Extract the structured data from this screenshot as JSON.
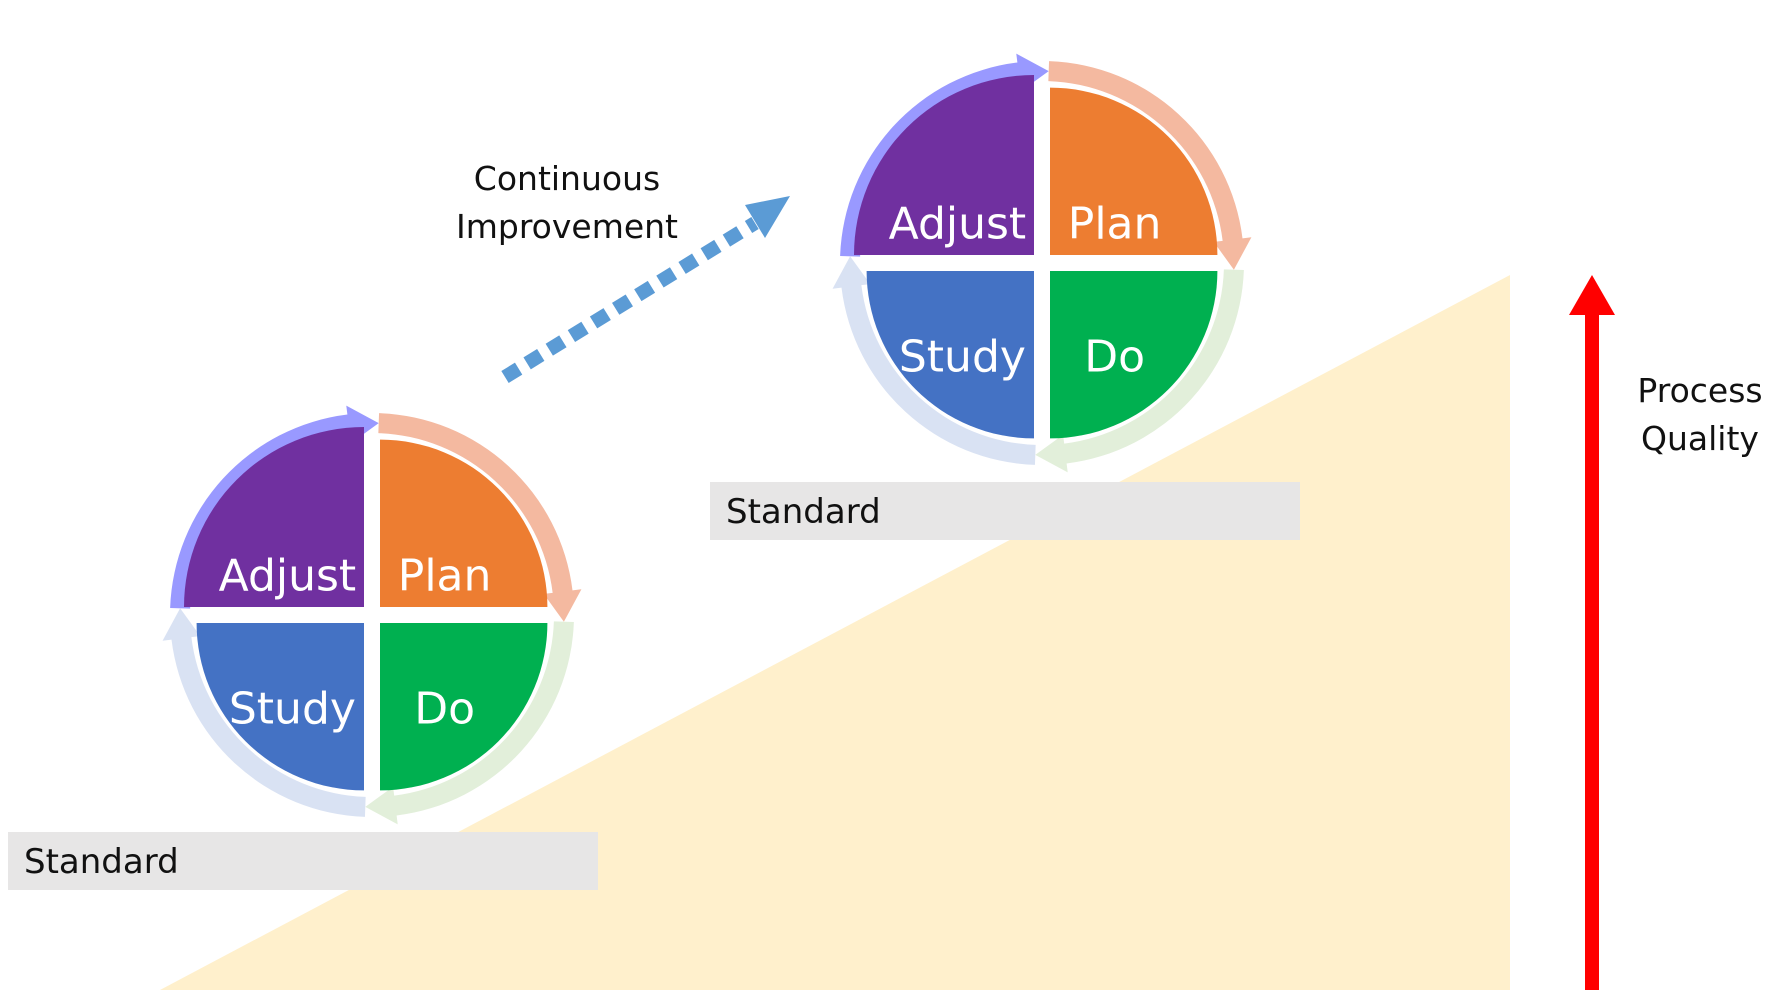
{
  "continuous_improvement": [
    "Continuous",
    "Improvement"
  ],
  "process_quality": [
    "Process",
    "Quality"
  ],
  "cycles": [
    {
      "quadrants": {
        "adjust": {
          "label": "Adjust",
          "color": "#7030A0"
        },
        "plan": {
          "label": "Plan",
          "color": "#ED7D31"
        },
        "study": {
          "label": "Study",
          "color": "#4472C4"
        },
        "do": {
          "label": "Do",
          "color": "#00B050"
        }
      },
      "standard_label": "Standard"
    },
    {
      "quadrants": {
        "adjust": {
          "label": "Adjust",
          "color": "#7030A0"
        },
        "plan": {
          "label": "Plan",
          "color": "#ED7D31"
        },
        "study": {
          "label": "Study",
          "color": "#4472C4"
        },
        "do": {
          "label": "Do",
          "color": "#00B050"
        }
      },
      "standard_label": "Standard"
    }
  ],
  "colors": {
    "ramp": "#FFF0CC",
    "standard_bar": "#E7E6E6",
    "quality_arrow": "#FF0000",
    "improvement_arrow": "#5B9BD5",
    "adjust_ring": "#9999FF",
    "plan_ring": "#F4B9A0",
    "do_ring": "#E2EFDA",
    "study_ring": "#D9E2F3"
  }
}
